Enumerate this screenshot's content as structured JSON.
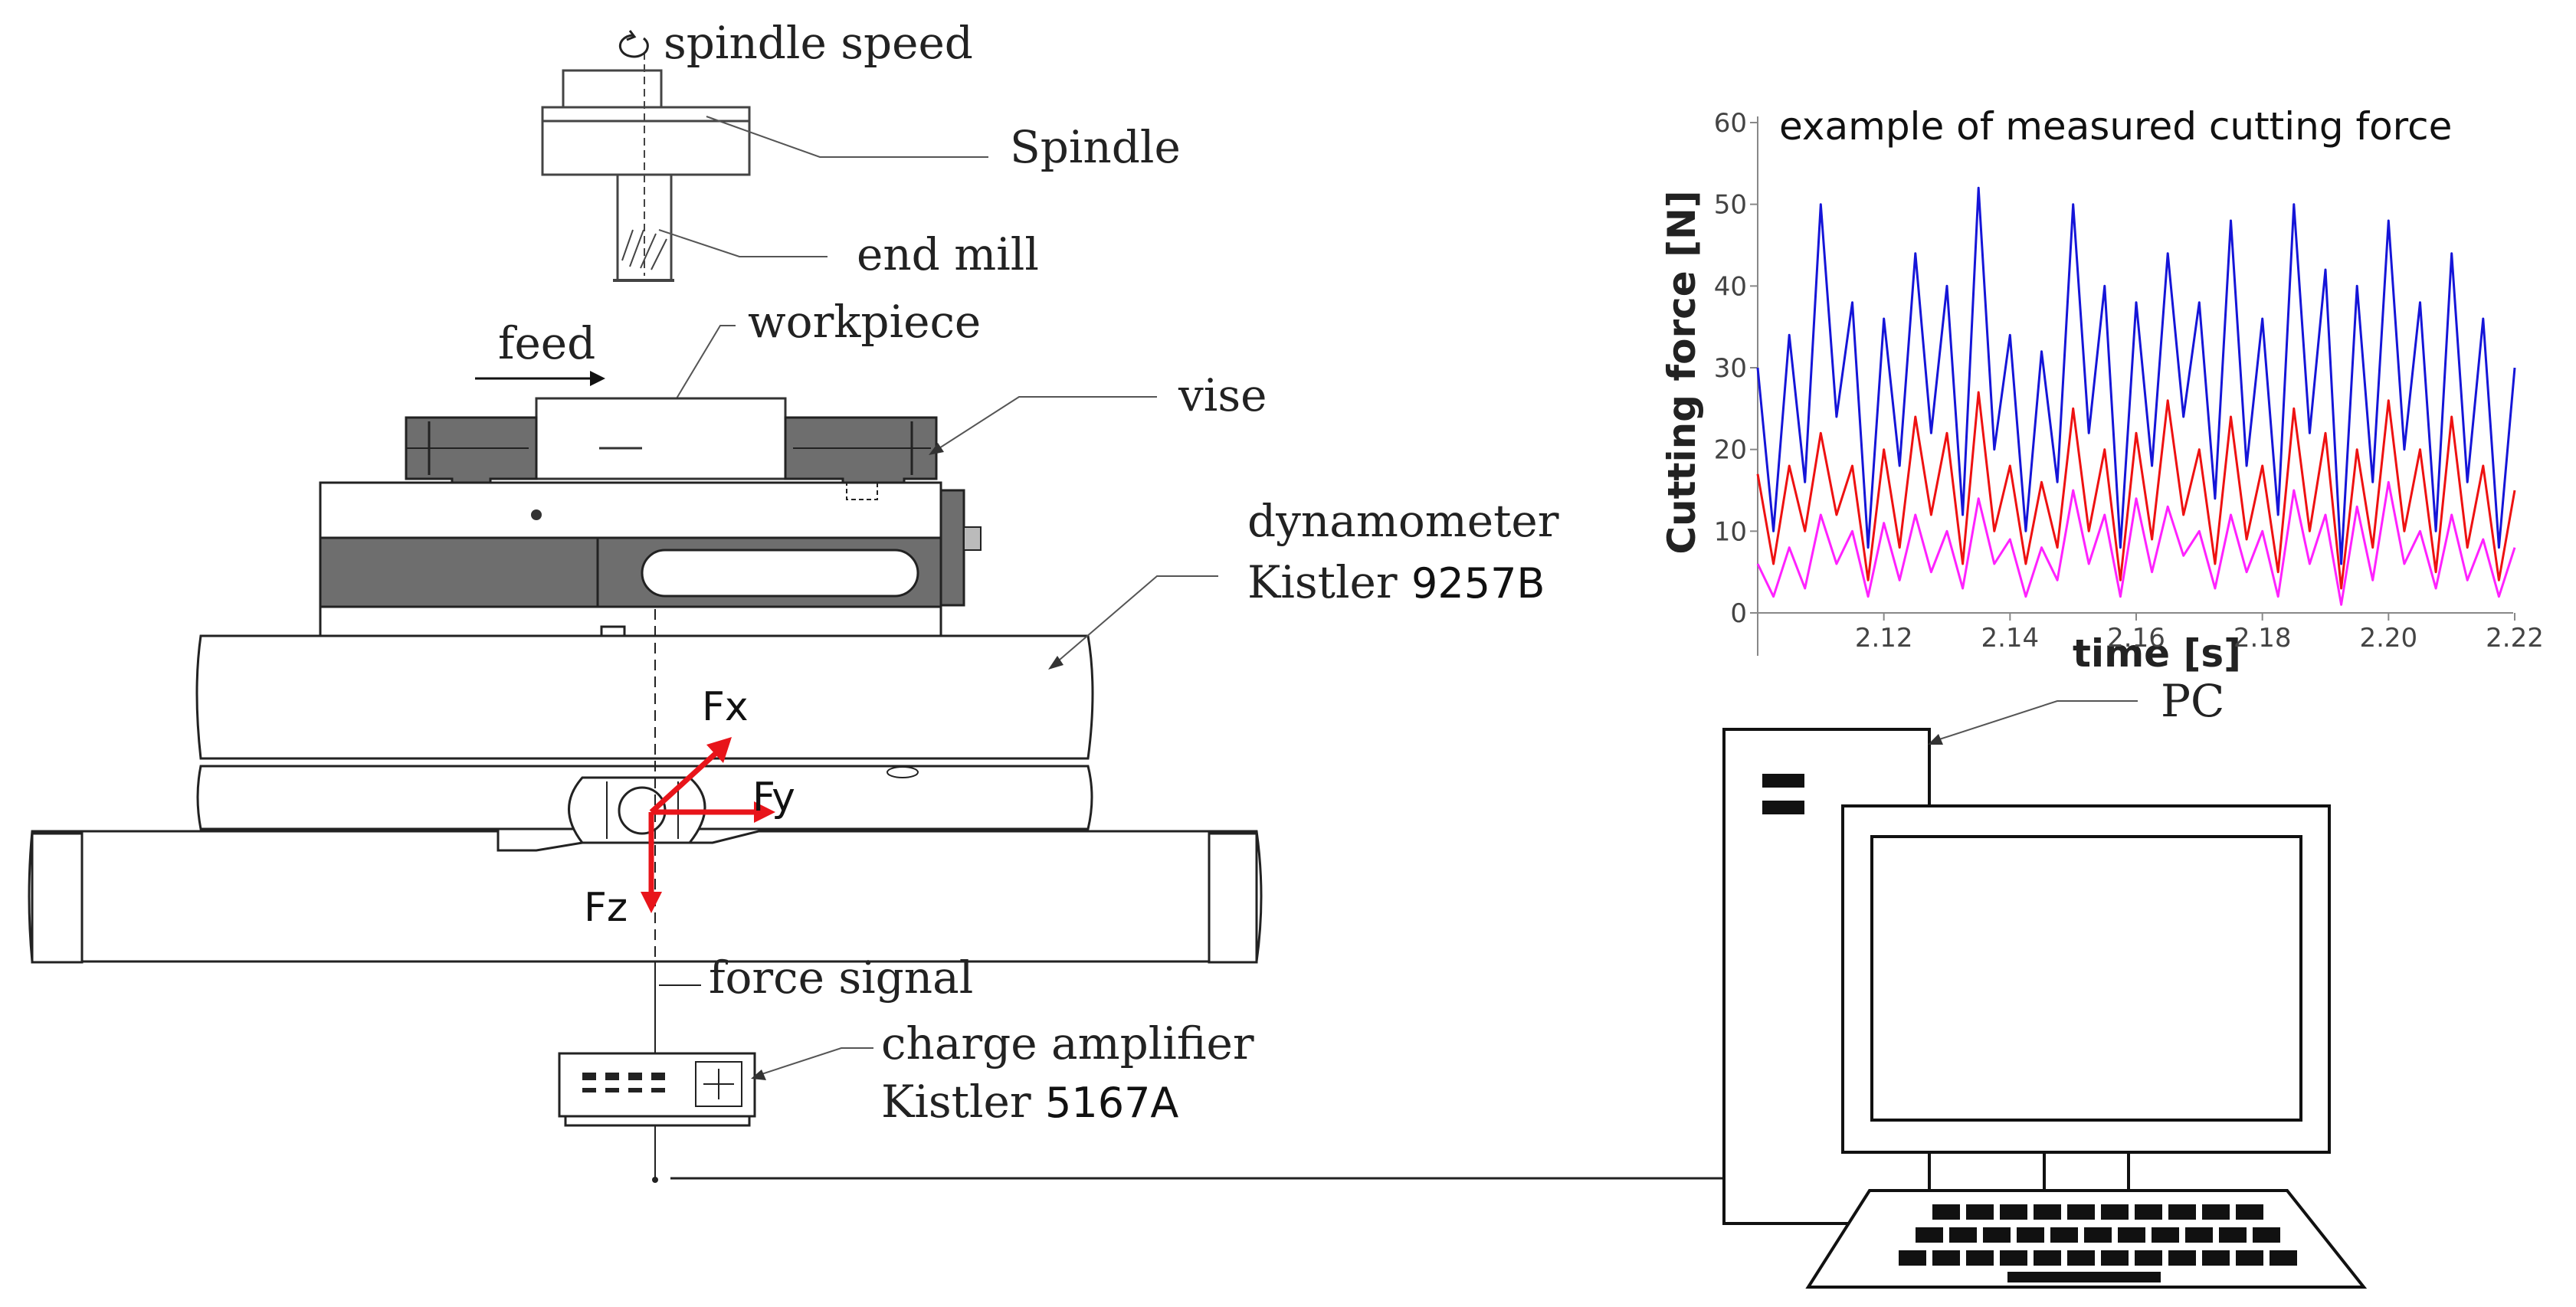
{
  "labels": {
    "spindle_speed": "spindle speed",
    "spindle": "Spindle",
    "end_mill": "end mill",
    "feed": "feed",
    "workpiece": "workpiece",
    "vise": "vise",
    "dynamometer_line1": "dynamometer",
    "dynamometer_line2_a": "Kistler ",
    "dynamometer_line2_b": "9257B",
    "fx": "Fx",
    "fy": "Fy",
    "fz": "Fz",
    "force_signal": "force signal",
    "amplifier_line1": "charge amplifier",
    "amplifier_line2_a": "Kistler ",
    "amplifier_line2_b": "5167A",
    "pc": "PC"
  },
  "colors": {
    "blue": "#1515d8",
    "red": "#ee1111",
    "magenta": "#ff22ff",
    "arrow_red": "#e8141a",
    "vise_gray": "#6e6e6e"
  },
  "chart_data": {
    "type": "line",
    "title": "example of measured cutting force",
    "xlabel": "time [s]",
    "ylabel": "Cutting force [N]",
    "xlim": [
      2.1,
      2.22
    ],
    "ylim": [
      0,
      60
    ],
    "xticks": [
      "2.12",
      "2.14",
      "2.16",
      "2.18",
      "2.20",
      "2.22"
    ],
    "yticks": [
      "0",
      "10",
      "20",
      "30",
      "40",
      "50",
      "60"
    ],
    "grid": false,
    "x": [
      2.1,
      2.1025,
      2.105,
      2.1075,
      2.11,
      2.1125,
      2.115,
      2.1175,
      2.12,
      2.1225,
      2.125,
      2.1275,
      2.13,
      2.1325,
      2.135,
      2.1375,
      2.14,
      2.1425,
      2.145,
      2.1475,
      2.15,
      2.1525,
      2.155,
      2.1575,
      2.16,
      2.1625,
      2.165,
      2.1675,
      2.17,
      2.1725,
      2.175,
      2.1775,
      2.18,
      2.1825,
      2.185,
      2.1875,
      2.19,
      2.1925,
      2.195,
      2.1975,
      2.2,
      2.2025,
      2.205,
      2.2075,
      2.21,
      2.2125,
      2.215,
      2.2175,
      2.22
    ],
    "series": [
      {
        "values": [
          30,
          10,
          34,
          16,
          50,
          24,
          38,
          8,
          36,
          18,
          44,
          22,
          40,
          12,
          52,
          20,
          34,
          10,
          32,
          16,
          50,
          22,
          40,
          8,
          38,
          18,
          44,
          24,
          38,
          14,
          48,
          18,
          36,
          12,
          50,
          22,
          42,
          6,
          40,
          16,
          48,
          20,
          38,
          10,
          44,
          16,
          36,
          8,
          30
        ],
        "color": "#1515d8"
      },
      {
        "values": [
          17,
          6,
          18,
          10,
          22,
          12,
          18,
          4,
          20,
          8,
          24,
          12,
          22,
          6,
          27,
          10,
          18,
          6,
          16,
          8,
          25,
          10,
          20,
          4,
          22,
          9,
          26,
          12,
          20,
          6,
          24,
          9,
          18,
          5,
          25,
          10,
          22,
          3,
          20,
          8,
          26,
          10,
          20,
          5,
          24,
          8,
          18,
          4,
          15
        ],
        "color": "#ee1111"
      },
      {
        "values": [
          6,
          2,
          8,
          3,
          12,
          6,
          10,
          2,
          11,
          4,
          12,
          5,
          10,
          3,
          14,
          6,
          9,
          2,
          8,
          4,
          15,
          6,
          12,
          2,
          14,
          5,
          13,
          7,
          10,
          3,
          12,
          5,
          10,
          2,
          15,
          6,
          12,
          1,
          13,
          4,
          16,
          6,
          10,
          3,
          12,
          4,
          9,
          2,
          8
        ],
        "color": "#ff22ff"
      }
    ]
  }
}
